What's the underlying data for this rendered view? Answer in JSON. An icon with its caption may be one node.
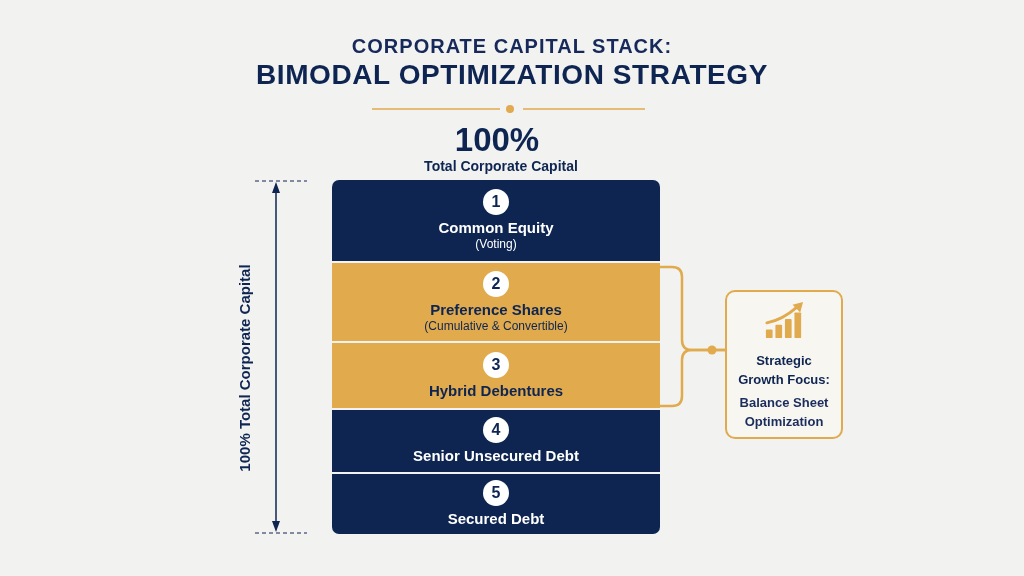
{
  "diagram": {
    "title": "BIMODAL OPTIMIZATION STRATEGY",
    "nodes": [
      {
        "text": [
          "1",
          "Common Equity",
          "(Voting)"
        ]
      },
      {
        "text": [
          "2",
          "Preference Shares",
          "(Cumulative & Convertible)"
        ]
      },
      {
        "text": [
          "3",
          "Hybrid Debentures"
        ]
      },
      {
        "text": [
          "4",
          "Senior Unsecured Debt"
        ]
      },
      {
        "text": [
          "5",
          "Secured Debt"
        ]
      },
      {
        "text": [
          "Strategic Growth Focus:",
          "Balance Sheet Optimization"
        ]
      }
    ],
    "edges": [
      {
        "from": 1,
        "to": 5,
        "arrow": "none"
      },
      {
        "from": 2,
        "to": 5,
        "arrow": "none"
      }
    ],
    "labels": [
      "CORPORATE CAPITAL STACK:",
      "100%",
      "Total Corporate Capital",
      "100% Total Corporate Capital"
    ]
  }
}
